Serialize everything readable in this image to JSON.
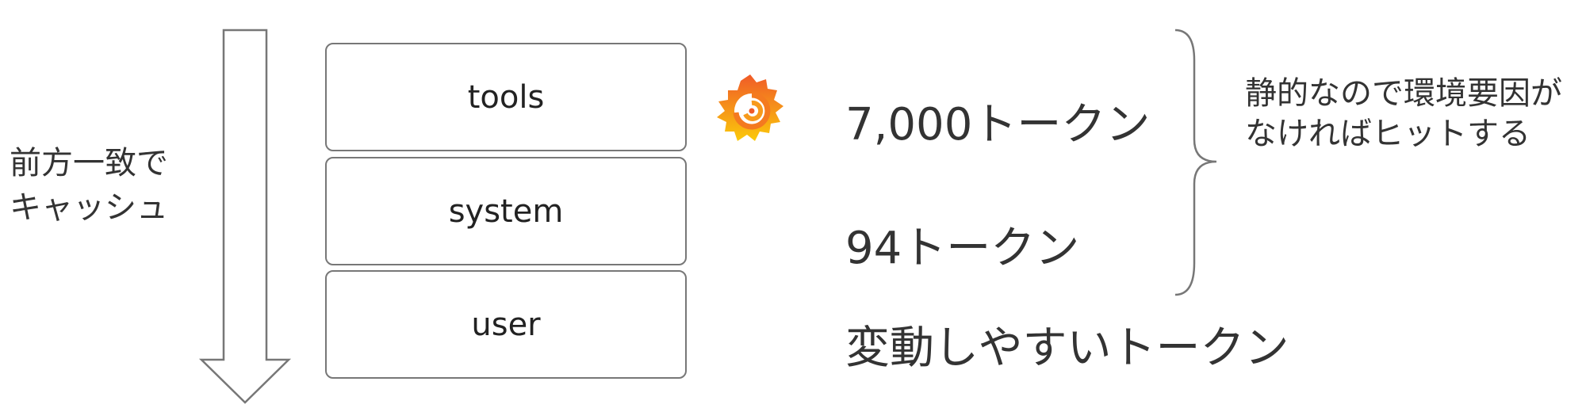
{
  "side_label": {
    "line1": "前方一致で",
    "line2": "キャッシュ"
  },
  "stack": {
    "tools": "tools",
    "system": "system",
    "user": "user"
  },
  "tokens": {
    "tools_tokens": "7,000トークン",
    "system_tokens": "94トークン",
    "user_tokens": "変動しやすいトークン"
  },
  "note": "静的なので環境要因がなければヒットする",
  "icons": {
    "arrow": "down-arrow-icon",
    "brace": "right-curly-brace-icon",
    "logo": "grafana-logo-icon"
  }
}
